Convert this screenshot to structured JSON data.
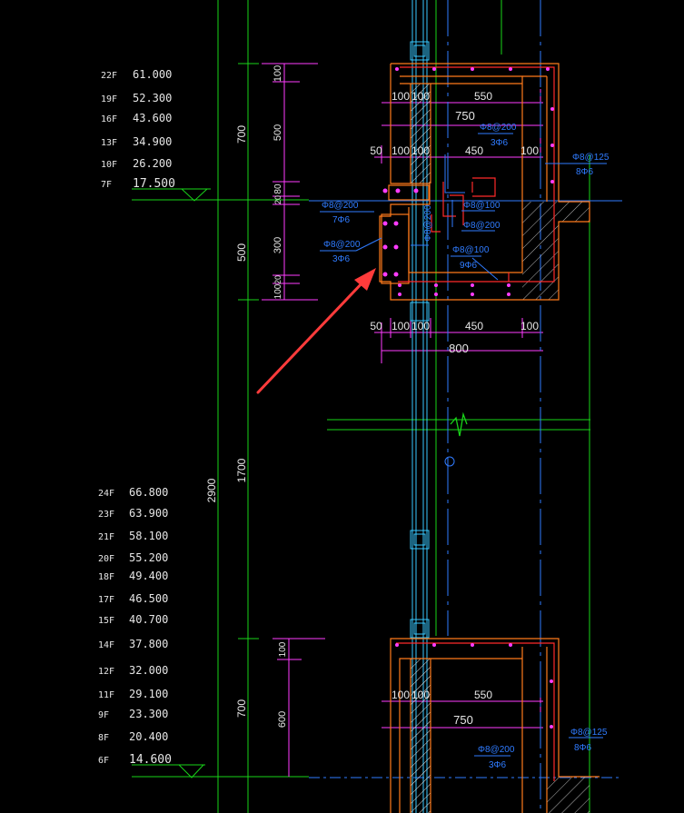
{
  "levels_upper": [
    {
      "floor": "22F",
      "elev": "61.000"
    },
    {
      "floor": "19F",
      "elev": "52.300"
    },
    {
      "floor": "16F",
      "elev": "43.600"
    },
    {
      "floor": "13F",
      "elev": "34.900"
    },
    {
      "floor": "10F",
      "elev": "26.200"
    },
    {
      "floor": "7F",
      "elev": "17.500"
    }
  ],
  "levels_lower": [
    {
      "floor": "24F",
      "elev": "66.800"
    },
    {
      "floor": "23F",
      "elev": "63.900"
    },
    {
      "floor": "21F",
      "elev": "58.100"
    },
    {
      "floor": "20F",
      "elev": "55.200"
    },
    {
      "floor": "18F",
      "elev": "49.400"
    },
    {
      "floor": "17F",
      "elev": "46.500"
    },
    {
      "floor": "15F",
      "elev": "40.700"
    },
    {
      "floor": "14F",
      "elev": "37.800"
    },
    {
      "floor": "12F",
      "elev": "32.000"
    },
    {
      "floor": "11F",
      "elev": "29.100"
    },
    {
      "floor": "9F",
      "elev": "23.300"
    },
    {
      "floor": "8F",
      "elev": "20.400"
    },
    {
      "floor": "6F",
      "elev": "14.600"
    }
  ],
  "vertical_dims": {
    "total": "2900",
    "upper_700": "700",
    "mid_500": "500",
    "middle_1700": "1700",
    "lower_700": "700",
    "upper_sub": [
      "100",
      "500",
      "80",
      "20",
      "300",
      "20",
      "100"
    ],
    "lower_sub": [
      "100",
      "600"
    ]
  },
  "horizontal_dims": {
    "top_row1": [
      "100",
      "100",
      "550"
    ],
    "top_row2": "750",
    "top_row3": [
      "50",
      "100",
      "100",
      "450",
      "100"
    ],
    "mid_row1": [
      "50",
      "100",
      "100",
      "450",
      "100"
    ],
    "mid_row2": "800",
    "bottom_row1": [
      "100",
      "100",
      "550"
    ],
    "bottom_row2": "750"
  },
  "rebar_labels": {
    "top_right_a": "Φ8@125",
    "top_right_b": "8Φ6",
    "top_mid_a": "Φ8@200",
    "top_mid_b": "3Φ6",
    "left_a": "Φ8@200",
    "left_b": "7Φ6",
    "left2_a": "Φ8@200",
    "left2_b": "3Φ6",
    "inner_a": "Φ8@100",
    "inner_b": "Φ8@200",
    "inner_v": "Φ8@200",
    "inner_c": "Φ8@100",
    "inner_d": "9Φ6",
    "bottom_right_a": "Φ8@125",
    "bottom_right_b": "8Φ6",
    "bottom_mid_a": "Φ8@200",
    "bottom_mid_b": "3Φ6"
  },
  "colors": {
    "green": "#19d419",
    "magenta": "#ff3cff",
    "orange": "#ff7a1a",
    "red": "#ff2a2a",
    "blue": "#2f7bff",
    "cyan": "#37c8ff",
    "white": "#e6e6e6",
    "arrow": "#ff3b3b"
  }
}
